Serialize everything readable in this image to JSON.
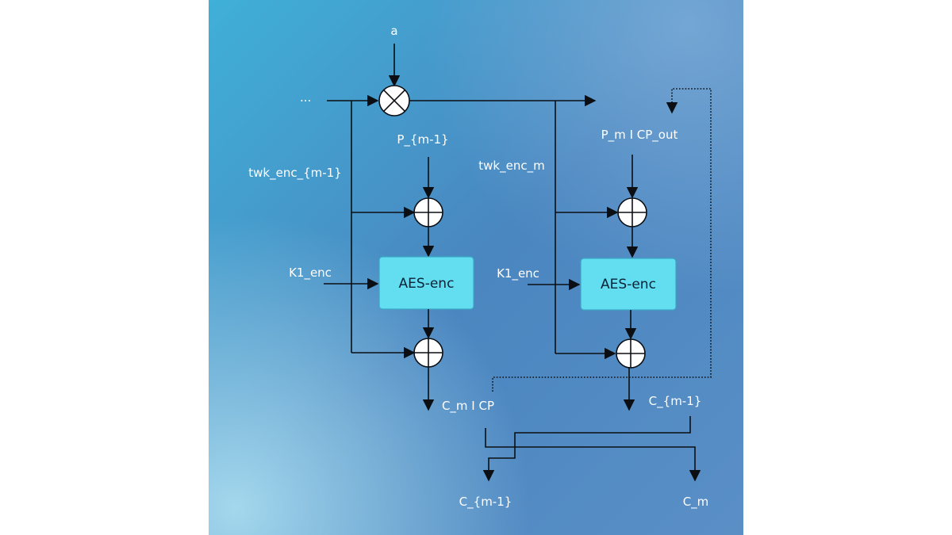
{
  "diagram": {
    "colors": {
      "panel_top_left": "#3fb0d8",
      "panel_mid": "#4a86c0",
      "panel_bottom_left": "#9fd6ec",
      "box_fill": "#62def0",
      "wire": "#0b0f14",
      "label": "#ffffff"
    },
    "labels": {
      "input_a": "a",
      "input_prev": "...",
      "p_m_minus_1": "P_{m-1}",
      "tweak_left": "twk_enc_{m-1}",
      "tweak_right": "twk_enc_m",
      "p_cp_out": "P_m I CP_out",
      "key_left": "K1_enc",
      "key_right": "K1_enc",
      "c_cp": "C_m I CP",
      "c_m_minus_1_mid": "C_{m-1}",
      "out_c_m_minus_1": "C_{m-1}",
      "out_c_m": "C_m"
    },
    "blocks": {
      "aes_left": "AES-enc",
      "aes_right": "AES-enc"
    },
    "icons": {
      "multiply": "circled-times-icon",
      "xor": "circled-plus-icon",
      "arrow": "arrowhead-icon"
    }
  }
}
